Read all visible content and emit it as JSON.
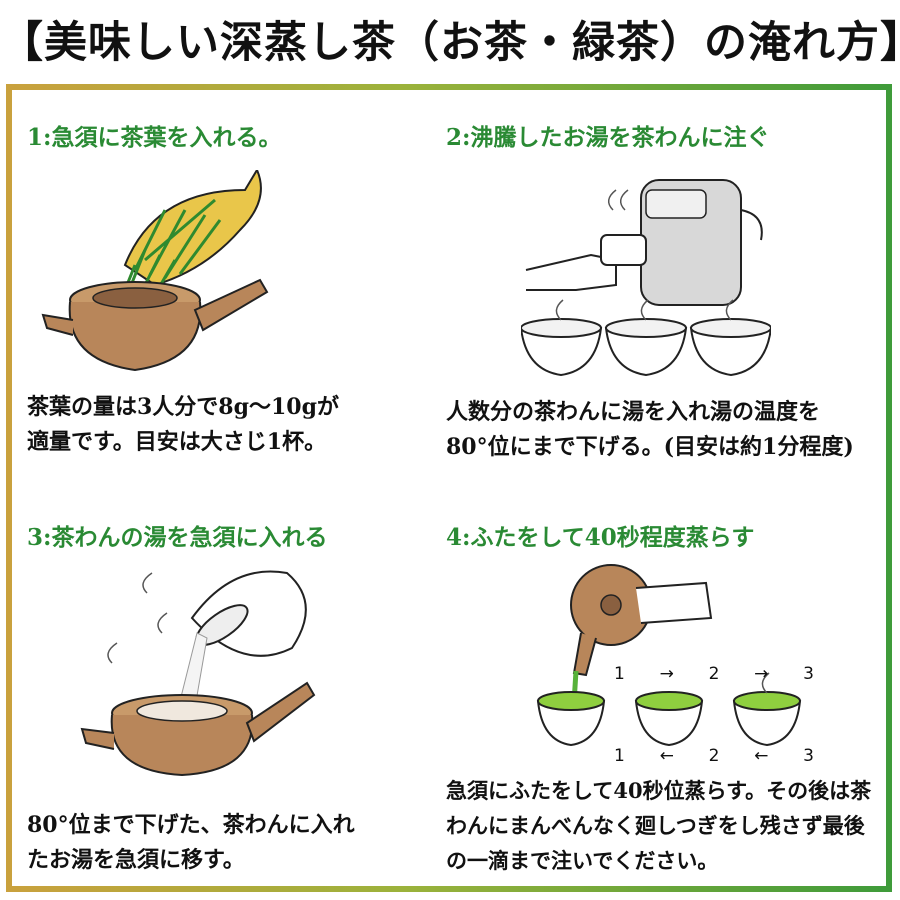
{
  "title": "【美味しい深蒸し茶（お茶・緑茶）の淹れ方】",
  "colors": {
    "accent_green": "#2a8a34",
    "frame_gold": "#c9a13d",
    "frame_green": "#3f9b3a"
  },
  "steps": [
    {
      "title": "1:急須に茶葉を入れる。",
      "desc": [
        "茶葉の量は3人分で8g～10gが",
        "適量です。目安は大さじ1杯。"
      ],
      "illustration": "teapot-with-tea-leaves-icon"
    },
    {
      "title": "2:沸騰したお湯を茶わんに注ぐ",
      "desc": [
        "人数分の茶わんに湯を入れ湯の温度を",
        "80°位にまで下げる。(目安は約1分程度)"
      ],
      "illustration": "hot-water-pot-and-cups-icon"
    },
    {
      "title": "3:茶わんの湯を急須に入れる",
      "desc": [
        "80°位まで下げた、茶わんに入れ",
        "たお湯を急須に移す。"
      ],
      "illustration": "pouring-water-into-teapot-icon"
    },
    {
      "title": "4:ふたをして40秒程度蒸らす",
      "desc": [
        "急須にふたをして40秒位蒸らす。その後は茶",
        "わんにまんべんなく廻しつぎをし残さず最後",
        "の一滴まで注いでください。"
      ],
      "illustration": "pouring-tea-into-cups-icon",
      "pour_order_top": [
        "1",
        "→",
        "2",
        "→",
        "3"
      ],
      "pour_order_bottom": [
        "1",
        "←",
        "2",
        "←",
        "3"
      ]
    }
  ]
}
